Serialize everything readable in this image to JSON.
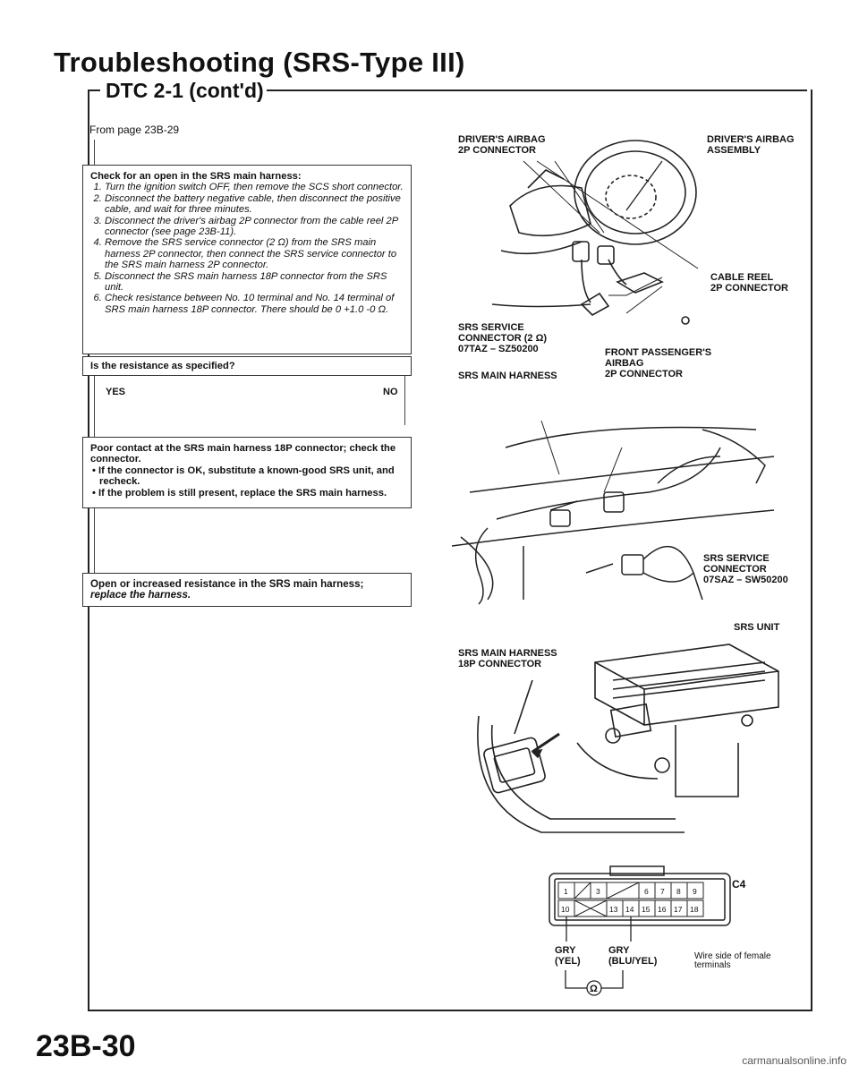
{
  "header": {
    "title": "Troubleshooting (SRS-Type III)",
    "subtitle": "DTC 2-1 (cont'd)"
  },
  "from_page": "From page 23B-29",
  "step_box": {
    "heading": "Check for an open in the SRS main harness:",
    "steps": [
      "Turn the ignition switch OFF, then remove the SCS short connector.",
      "Disconnect the battery negative cable, then disconnect the positive cable, and wait for three minutes.",
      "Disconnect the driver's airbag 2P connector from the cable reel 2P connector (see page 23B-11).",
      "Remove the SRS service connector (2 Ω) from the SRS main harness 2P connector, then connect the SRS service connector to the SRS main harness 2P connector.",
      "Disconnect the SRS main harness 18P connector from the SRS unit.",
      "Check resistance between No. 10 terminal and No. 14 terminal of SRS main harness 18P connector. There should be 0 +1.0 -0 Ω."
    ],
    "question": "Is the resistance as specified?"
  },
  "branches": {
    "yes": "YES",
    "no": "NO"
  },
  "no_box": {
    "heading": "Poor contact at the SRS main harness 18P connector; check the connector.",
    "bullets": [
      "If the connector is OK, substitute a known-good SRS unit, and recheck.",
      "If the problem is still present, replace the SRS main harness."
    ]
  },
  "yes_box": {
    "line1": "Open or increased resistance in the SRS main harness;",
    "line2": "replace the harness."
  },
  "diagram_labels": {
    "drivers_airbag_2p": "DRIVER'S AIRBAG\n2P CONNECTOR",
    "drivers_airbag_assembly": "DRIVER'S AIRBAG\nASSEMBLY",
    "cable_reel_2p": "CABLE REEL\n2P CONNECTOR",
    "srs_service_connector_1": "SRS SERVICE\nCONNECTOR (2 Ω)\n07TAZ – SZ50200",
    "front_passenger_airbag": "FRONT PASSENGER'S\nAIRBAG\n2P CONNECTOR",
    "srs_main_harness": "SRS MAIN HARNESS",
    "srs_service_connector_2": "SRS SERVICE\nCONNECTOR\n07SAZ – SW50200",
    "srs_unit": "SRS UNIT",
    "srs_main_harness_18p": "SRS MAIN HARNESS\n18P CONNECTOR"
  },
  "connector": {
    "id": "C4",
    "top_pins": [
      "1",
      "3",
      "6",
      "7",
      "8",
      "9"
    ],
    "bottom_pins": [
      "10",
      "13",
      "14",
      "15",
      "16",
      "17",
      "18"
    ],
    "wire_left": "GRY\n(YEL)",
    "wire_right": "GRY\n(BLU/YEL)",
    "note": "Wire side of female\nterminals",
    "ohm_symbol": "Ω"
  },
  "page_number": "23B-30",
  "watermark": "carmanualsonline.info"
}
